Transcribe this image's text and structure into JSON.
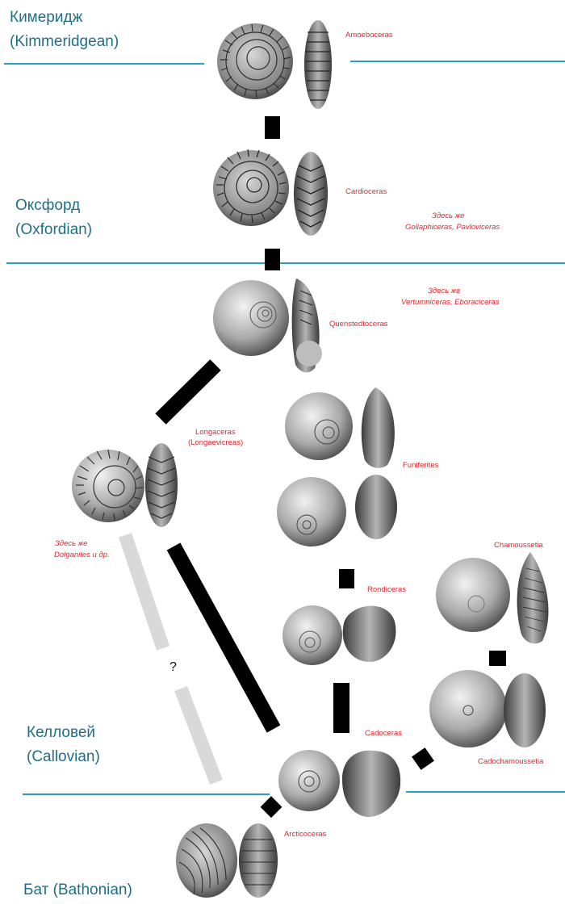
{
  "stages": {
    "kimmeridgian": "Кимеридж (Kimmeridgean)",
    "kimmeridgian_ru": "Кимеридж",
    "kimmeridgian_en": "(Kimmeridgean)",
    "oxfordian_ru": "Оксфорд",
    "oxfordian_en": "(Oxfordian)",
    "callovian_ru": "Келловей",
    "callovian_en": "(Callovian)",
    "bathonian": "Бат (Bathonian)"
  },
  "genera": {
    "amoeboceras": "Amoeboceras",
    "cardioceras": "Cardioceras",
    "quenstedtoceras": "Quenstedtoceras",
    "longaceras_1": "Longaceras",
    "longaceras_2": "(Longaevicreas)",
    "funiferites": "Funiferites",
    "rondiceras": "Rondiceras",
    "chamoussetia": "Chamoussetia",
    "cadoceras": "Cadoceras",
    "cadochamoussetia": "Cadochamoussetia",
    "arcticoceras": "Arcticoceras"
  },
  "notes": {
    "oxford_1": "Здесь же",
    "oxford_2": "Goliaphiceras, Pavloviceras",
    "quenst_1": "Здесь же",
    "quenst_2": "Vertumniceras, Eboraciceras",
    "longa_1": "Здесь же",
    "longa_2": "Dolganites и др."
  },
  "uncertain_mark": "?",
  "colors": {
    "stage_text": "#1f6f86",
    "boundary_line": "#2a9ec0",
    "genus_text": "#e3262d",
    "link_solid": "#000000",
    "link_uncertain": "#d9d9d9"
  }
}
